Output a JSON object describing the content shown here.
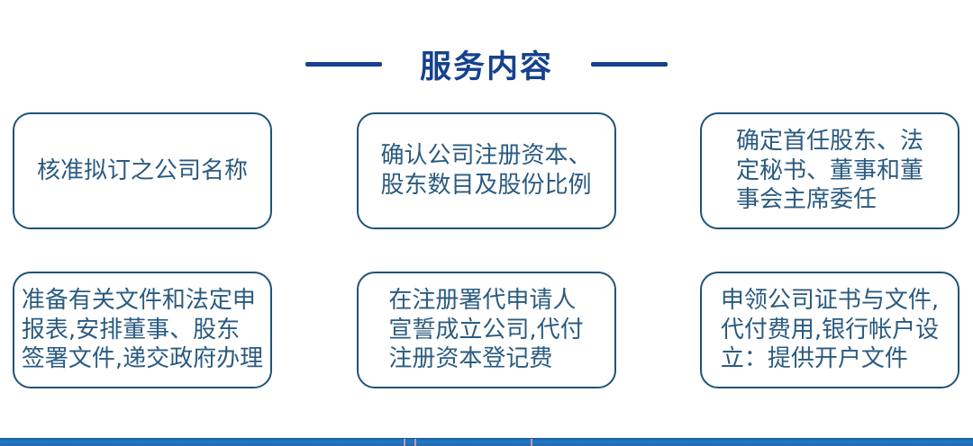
{
  "header": {
    "title": "服务内容"
  },
  "cards": [
    {
      "text": "核准拟订之公司名称"
    },
    {
      "text": "确认公司注册资本、\n股东数目及股份比例"
    },
    {
      "text": "确定首任股东、法\n定秘书、董事和董\n事会主席委任"
    },
    {
      "text": "准备有关文件和法定申\n报表,安排董事、股东\n签署文件,递交政府办理"
    },
    {
      "text": "在注册署代申请人\n宣誓成立公司,代付\n注册资本登记费"
    },
    {
      "text": "申领公司证书与文件,\n代付费用,银行帐户设\n立：提供开户文件"
    }
  ],
  "colors": {
    "title_blue": "#15418E",
    "card_border": "#1F5378",
    "card_text": "#2B5B80",
    "bottom_bar_blue": "#2273BA",
    "bar_divider_pink": "#CF96AB"
  }
}
